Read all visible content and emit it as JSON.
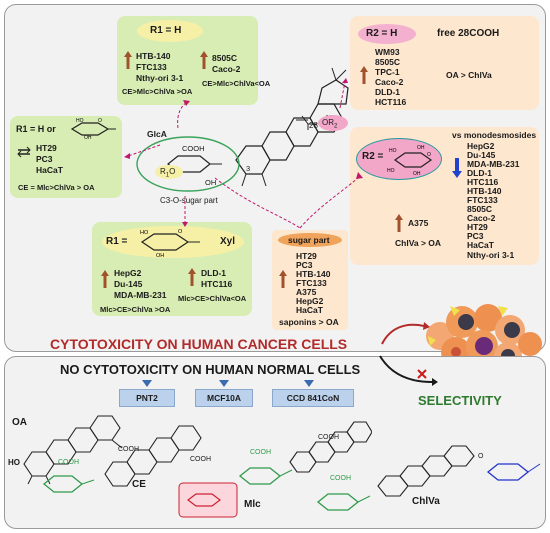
{
  "r1_h": {
    "header": "R1 = H",
    "lines_left": [
      "HTB-140",
      "FTC133",
      "Nthy-ori 3-1"
    ],
    "lines_right": [
      "8505C",
      "Caco-2"
    ],
    "order_left": "CE>Mlc>ChlVa >OA",
    "order_right": "CE>Mlc>ChlVa<OA"
  },
  "r1_hx": {
    "header": "R1 = H or",
    "lines": [
      "HT29",
      "PC3",
      "HaCaT"
    ],
    "order": "CE = Mlc>ChlVa > OA"
  },
  "r2_h": {
    "header": "R2 = H",
    "header_right": "free 28COOH",
    "lines": [
      "WM93",
      "8505C",
      "TPC-1",
      "Caco-2",
      "DLD-1",
      "HCT116"
    ],
    "order": "OA > ChlVa"
  },
  "r2_sugar": {
    "label": "R2 =",
    "vs": "vs monodesmosides",
    "lines": [
      "HepG2",
      "Du-145",
      "MDA-MB-231",
      "DLD-1",
      "HTC116",
      "HTB-140",
      "FTC133",
      "8505C",
      "Caco-2",
      "HT29",
      "PC3",
      "HaCaT",
      "Nthy-ori 3-1"
    ],
    "up_line": "A375",
    "order": "ChlVa > OA"
  },
  "r1_xyl": {
    "label": "R1 =",
    "xyl": "Xyl",
    "lines_left": [
      "HepG2",
      "Du-145",
      "MDA-MB-231"
    ],
    "lines_right": [
      "DLD-1",
      "HTC116"
    ],
    "order_left": "Mlc>CE>ChlVa >OA",
    "order_right": "Mlc>CE>ChlVa<OA"
  },
  "sugar_part": {
    "header": "sugar part",
    "lines": [
      "HT29",
      "PC3",
      "HTB-140",
      "FTC133",
      "A375",
      "HepG2",
      "HaCaT"
    ],
    "order": "saponins > OA"
  },
  "center": {
    "glca": "GlcA",
    "cooh": "COOH",
    "r1o": "R",
    "r1o_sub": "1",
    "r1o_o": "O",
    "oh": "OH",
    "c3": "3",
    "c3o": "C3-O-sugar part",
    "n17": "17",
    "n28": "28",
    "or2": "OR",
    "or2_sub": "2"
  },
  "titles": {
    "cytotox": "CYTOTOXICITY ON HUMAN CANCER CELLS",
    "no_cytotox": "NO CYTOTOXICITY ON HUMAN NORMAL CELLS",
    "selectivity": "SELECTIVITY"
  },
  "normal_cells": [
    "PNT2",
    "MCF10A",
    "CCD 841CoN"
  ],
  "compounds": {
    "oa": "OA",
    "ho": "HO",
    "cooh": "COOH",
    "oh": "OH",
    "ce": "CE",
    "mlc": "Mlc",
    "chlva": "ChlVa",
    "o": "O"
  },
  "colors": {
    "green_box": "#d8edb4",
    "peach_box": "#fde7cf",
    "pink_oval": "#f2a6c8",
    "header_pink": "#f3b1cf",
    "header_orange": "#f0a35a",
    "up_arrow": "#a0522d",
    "down_arrow": "#2244cc",
    "title_red": "#b22a2a",
    "title_dark": "#1a1a1a",
    "selectivity_green": "#2e7a2e",
    "normal_button": "#bcd2ec",
    "sugar_green": "#2e9a4a",
    "sugar_red": "#cc2233",
    "sugar_blue": "#2233cc"
  }
}
